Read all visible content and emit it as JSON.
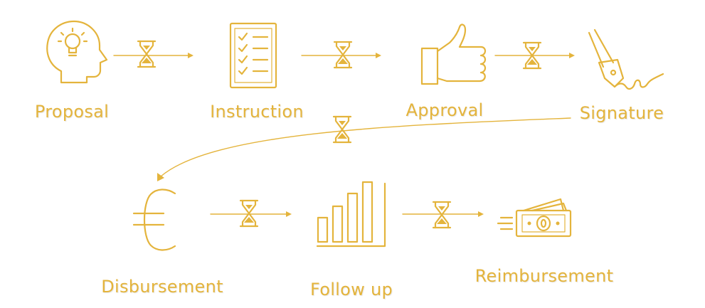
{
  "theme": {
    "accent": "#e4b43c",
    "background": "#ffffff"
  },
  "steps": [
    {
      "label": "Proposal",
      "icon": "head-lightbulb-icon"
    },
    {
      "label": "Instruction",
      "icon": "checklist-icon"
    },
    {
      "label": "Approval",
      "icon": "thumbs-up-icon"
    },
    {
      "label": "Signature",
      "icon": "fountain-pen-icon"
    },
    {
      "label": "Disbursement",
      "icon": "euro-icon"
    },
    {
      "label": "Follow up",
      "icon": "bar-chart-icon"
    },
    {
      "label": "Reimbursement",
      "icon": "banknotes-icon"
    }
  ],
  "connector_icon": "hourglass-icon"
}
